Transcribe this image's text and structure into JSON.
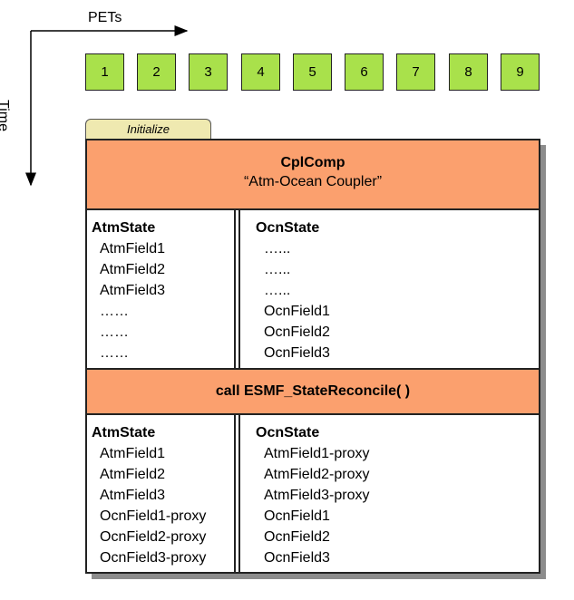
{
  "axes": {
    "horizontal_label": "PETs",
    "vertical_label": "Time"
  },
  "pets": [
    "1",
    "2",
    "3",
    "4",
    "5",
    "6",
    "7",
    "8",
    "9"
  ],
  "tab_label": "Initialize",
  "component": {
    "name": "CplComp",
    "description": "“Atm-Ocean Coupler”"
  },
  "before": {
    "left": {
      "title": "AtmState",
      "items": [
        "AtmField1",
        "AtmField2",
        "AtmField3",
        "……",
        "……",
        "……"
      ]
    },
    "right": {
      "title": "OcnState",
      "items": [
        "…...",
        "…...",
        "…...",
        "OcnField1",
        "OcnField2",
        "OcnField3"
      ]
    }
  },
  "call_label": "call ESMF_StateReconcile( )",
  "after": {
    "left": {
      "title": "AtmState",
      "items": [
        "AtmField1",
        "AtmField2",
        "AtmField3",
        "OcnField1-proxy",
        "OcnField2-proxy",
        "OcnField3-proxy"
      ]
    },
    "right": {
      "title": "OcnState",
      "items": [
        "AtmField1-proxy",
        "AtmField2-proxy",
        "AtmField3-proxy",
        "OcnField1",
        "OcnField2",
        "OcnField3"
      ]
    }
  },
  "colors": {
    "pet_fill": "#a9e14b",
    "component_fill": "#fba06e",
    "tab_fill": "#efe9b0",
    "shadow": "#8c8c8c"
  }
}
